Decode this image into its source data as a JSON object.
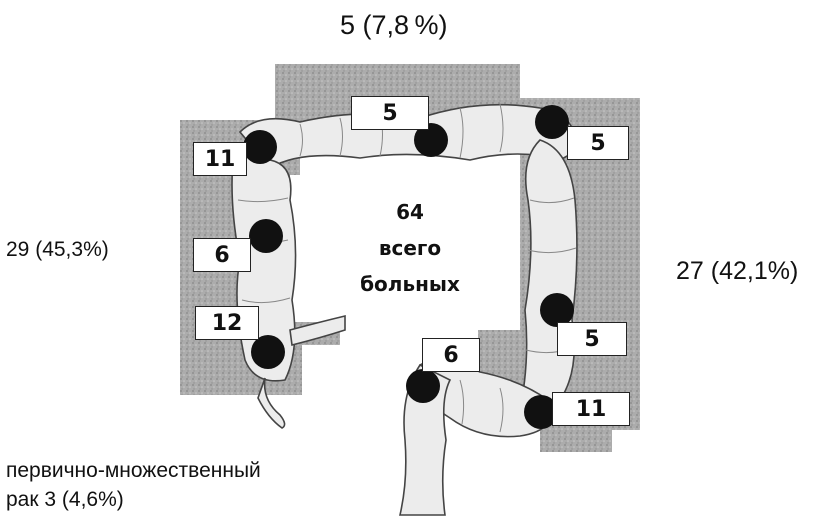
{
  "title": {
    "count": "5",
    "pct": "(7,8 %)"
  },
  "left_group": {
    "count": "29",
    "pct": "(45,3%)"
  },
  "right_group": {
    "count": "27",
    "pct": "(42,1%)"
  },
  "center": {
    "line1": "64",
    "line2": "всего",
    "line3": "больных"
  },
  "tumor_boxes": [
    {
      "value": "5"
    },
    {
      "value": "11"
    },
    {
      "value": "5"
    },
    {
      "value": "6"
    },
    {
      "value": "12"
    },
    {
      "value": "6"
    },
    {
      "value": "5"
    },
    {
      "value": "11"
    }
  ],
  "note": {
    "line1": "первично-множественный",
    "line2": "рак 3 (4,6%)"
  },
  "colors": {
    "shadow": "#9a9a9a",
    "colon": "#e9e9e9",
    "tumor": "#111111"
  }
}
